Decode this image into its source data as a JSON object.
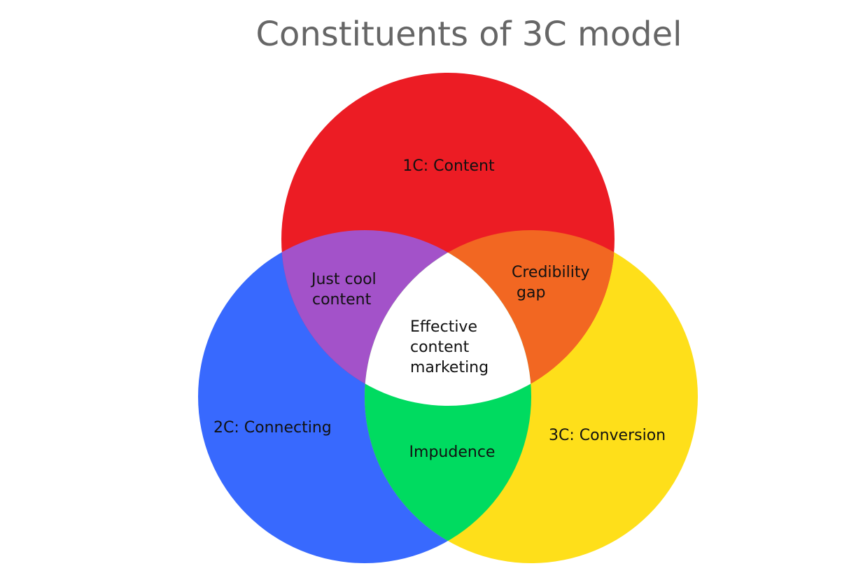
{
  "title": "Constituents of 3C model",
  "sets": [
    {
      "id": "content",
      "label": "1C: Content",
      "color": "#ec1c24"
    },
    {
      "id": "connecting",
      "label": "2C: Connecting",
      "color": "#3869fe"
    },
    {
      "id": "conversion",
      "label": "3C: Conversion",
      "color": "#fedf1a"
    }
  ],
  "intersections": {
    "content_connecting": {
      "lines": [
        "Just cool",
        "content"
      ],
      "color": "#a352c9"
    },
    "content_conversion": {
      "lines": [
        "Credibility",
        " gap"
      ],
      "color": "#f26722"
    },
    "connecting_conversion": {
      "lines": [
        "Impudence"
      ],
      "color": "#00db60"
    },
    "center": {
      "lines": [
        "Effective",
        "content",
        "marketing"
      ],
      "color": "#ffffff"
    }
  }
}
